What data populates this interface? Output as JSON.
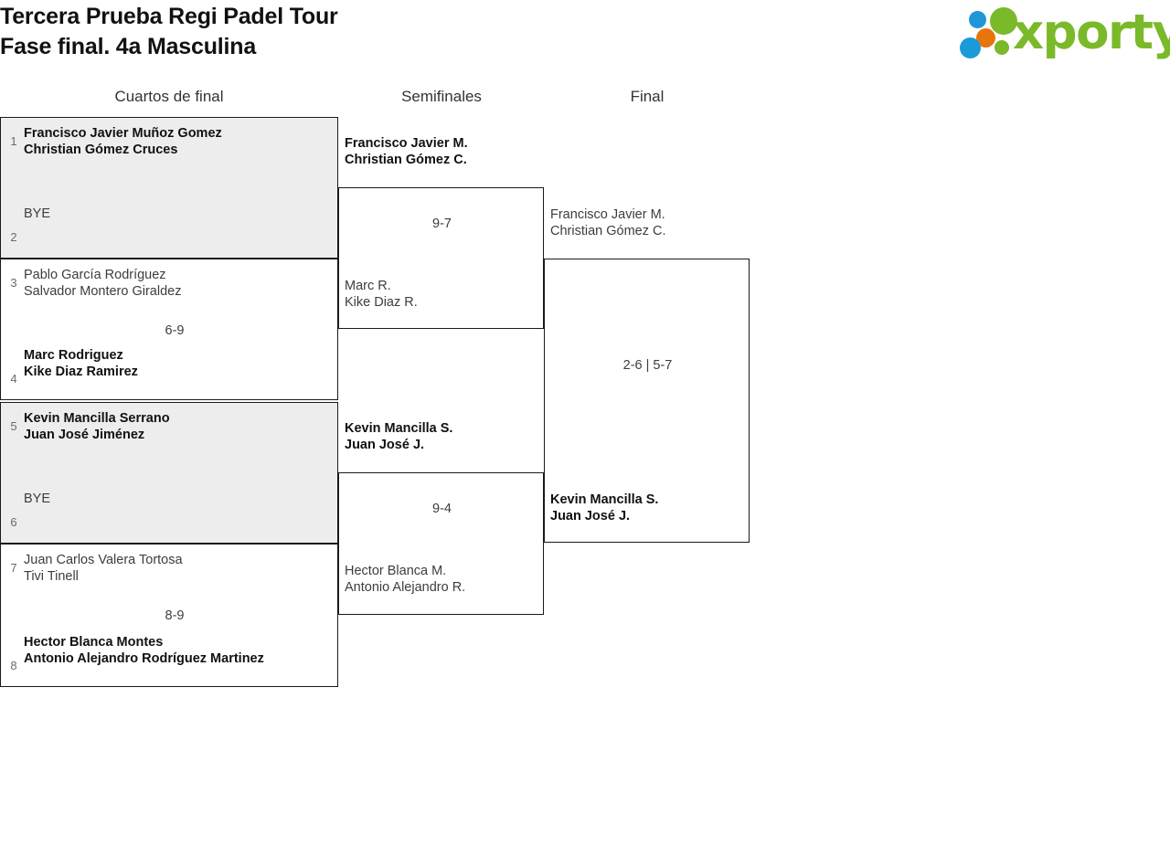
{
  "header": {
    "title_line1": "Tercera Prueba Regi Padel Tour",
    "title_line2": "Fase final. 4a Masculina",
    "logo_text": "xporty"
  },
  "columns": {
    "round1_label": "Cuartos de final",
    "round2_label": "Semifinales",
    "round3_label": "Final"
  },
  "colors": {
    "logo_green": "#7ab929",
    "logo_blue": "#1b9ad9",
    "logo_orange": "#e8750c",
    "row_shade": "#ededed",
    "border": "#1a1a1a",
    "winner_text": "#111111",
    "loser_text": "#3d3d3d"
  },
  "bracket": {
    "round1": [
      {
        "seed_top": "1",
        "top_line1": "Francisco Javier Muñoz Gomez",
        "top_line2": "Christian Gómez Cruces",
        "top_winner": true,
        "seed_bottom": "2",
        "bottom_line1": "BYE",
        "bottom_line2": "",
        "bottom_winner": false,
        "score": ""
      },
      {
        "seed_top": "3",
        "top_line1": "Pablo García Rodríguez",
        "top_line2": "Salvador Montero Giraldez",
        "top_winner": false,
        "seed_bottom": "4",
        "bottom_line1": "Marc Rodriguez",
        "bottom_line2": "Kike Diaz Ramirez",
        "bottom_winner": true,
        "score": "6-9"
      },
      {
        "seed_top": "5",
        "top_line1": "Kevin Mancilla Serrano",
        "top_line2": "Juan José Jiménez",
        "top_winner": true,
        "seed_bottom": "6",
        "bottom_line1": "BYE",
        "bottom_line2": "",
        "bottom_winner": false,
        "score": ""
      },
      {
        "seed_top": "7",
        "top_line1": "Juan Carlos Valera Tortosa",
        "top_line2": "Tivi Tinell",
        "top_winner": false,
        "seed_bottom": "8",
        "bottom_line1": "Hector Blanca Montes",
        "bottom_line2": "Antonio Alejandro Rodríguez Martinez",
        "bottom_winner": true,
        "score": "8-9"
      }
    ],
    "round2": [
      {
        "top_line1": "Francisco Javier M.",
        "top_line2": "Christian Gómez C.",
        "top_winner": true,
        "bottom_line1": "Marc R.",
        "bottom_line2": "Kike Diaz R.",
        "bottom_winner": false,
        "score": "9-7"
      },
      {
        "top_line1": "Kevin Mancilla S.",
        "top_line2": "Juan José J.",
        "top_winner": true,
        "bottom_line1": "Hector Blanca M.",
        "bottom_line2": "Antonio Alejandro R.",
        "bottom_winner": false,
        "score": "9-4"
      }
    ],
    "round3": [
      {
        "top_line1": "Francisco Javier M.",
        "top_line2": "Christian Gómez C.",
        "top_winner": false,
        "bottom_line1": "Kevin Mancilla S.",
        "bottom_line2": "Juan José J.",
        "bottom_winner": true,
        "score": "2-6 | 5-7"
      }
    ]
  }
}
